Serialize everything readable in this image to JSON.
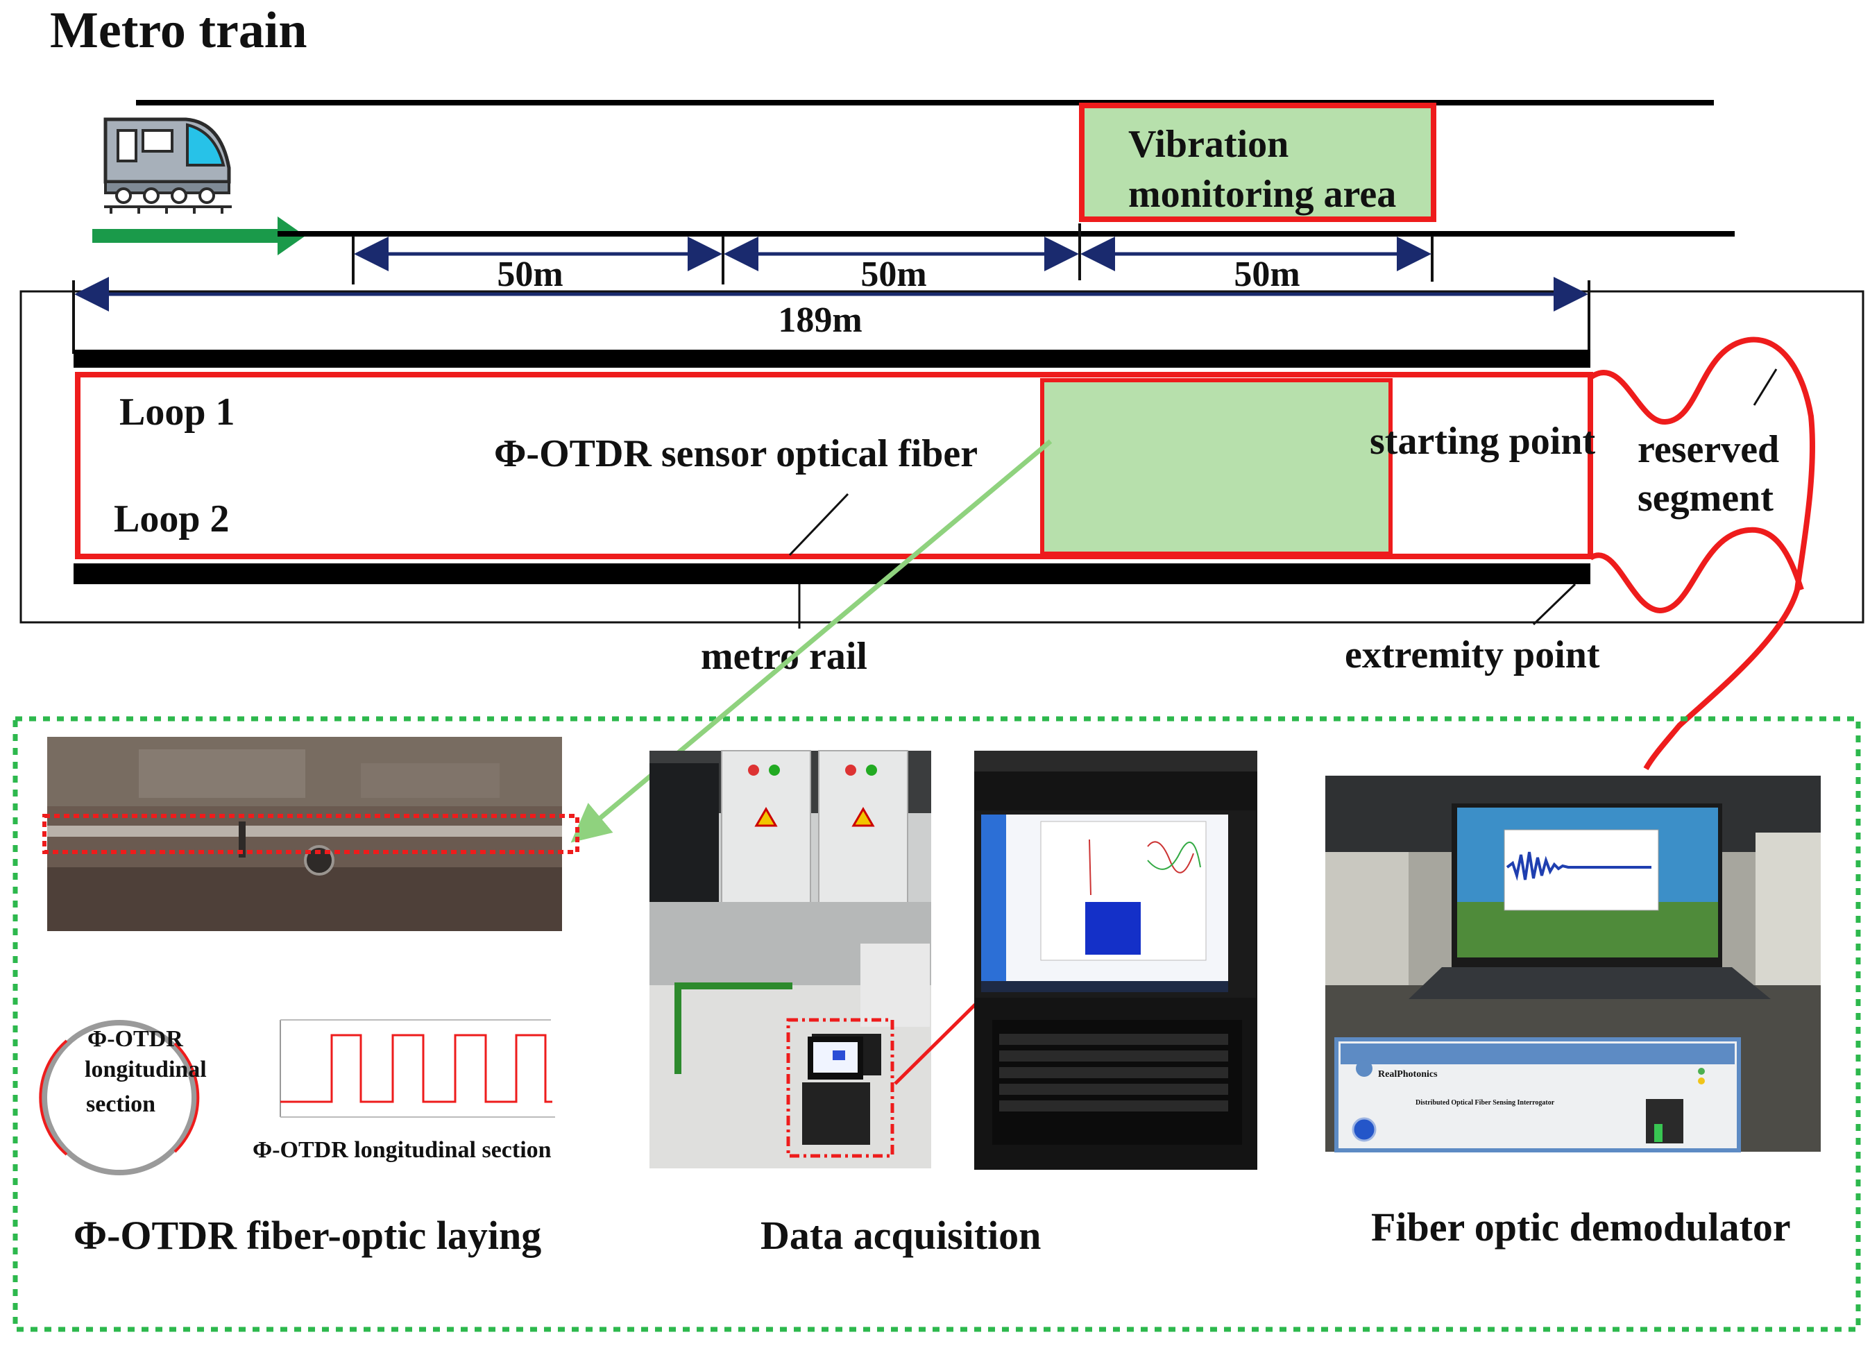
{
  "title": "Metro train",
  "monitoring_area": {
    "line1": "Vibration",
    "line2": "monitoring area"
  },
  "segments": [
    "50m",
    "50m",
    "50m"
  ],
  "total_length": "189m",
  "loops": {
    "loop1": "Loop 1",
    "loop2": "Loop 2"
  },
  "labels": {
    "sensor_fiber": "Φ-OTDR sensor optical fiber",
    "starting_point": "starting point",
    "reserved_line1": "reserved",
    "reserved_line2": "segment",
    "metro_rail": "metro rail",
    "extremity_point": "extremity point"
  },
  "laying": {
    "circle_line1": "Φ-OTDR",
    "circle_line2": "longitudinal",
    "circle_line3": "section",
    "wave_caption": "Φ-OTDR longitudinal section",
    "caption": "Φ-OTDR fiber-optic laying"
  },
  "acquisition": {
    "caption": "Data acquisition"
  },
  "demodulator": {
    "caption": "Fiber optic demodulator",
    "brand": "RealPhotonics",
    "device_text": "Distributed Optical Fiber Sensing Interrogator"
  },
  "colors": {
    "red": "#ee1c1c",
    "green_fill": "#b7e0ac",
    "navy": "#1a2a6e",
    "green_arrow": "#1a9a4a",
    "dotted_border": "#2db84d",
    "pointer_green": "#8fd27e"
  }
}
